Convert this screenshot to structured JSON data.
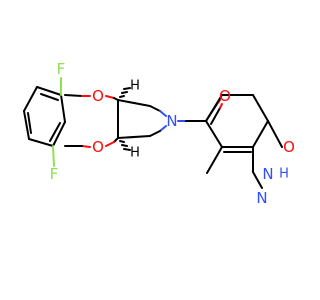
{
  "molecule": {
    "colors": {
      "carbon": "#000000",
      "oxygen": "#ff0d0d",
      "nitrogen": "#3050f8",
      "fluorine": "#90e050"
    },
    "atoms": {
      "f_top": "F",
      "f_bottom": "F",
      "o_ring_top": "O",
      "o_ring_bottom": "O",
      "n_pyrrolidine": "N",
      "o_carbonyl": "O",
      "o_pyridazinone": "O",
      "h_ring_top": "H",
      "h_ring_bottom": "H",
      "h_nh": "H",
      "n_nh": "N",
      "n_imine": "N"
    },
    "stereo": [
      {
        "center": "ring-fusion-top",
        "h_wedge": "hashed"
      },
      {
        "center": "ring-fusion-bottom",
        "h_wedge": "hashed"
      }
    ]
  }
}
